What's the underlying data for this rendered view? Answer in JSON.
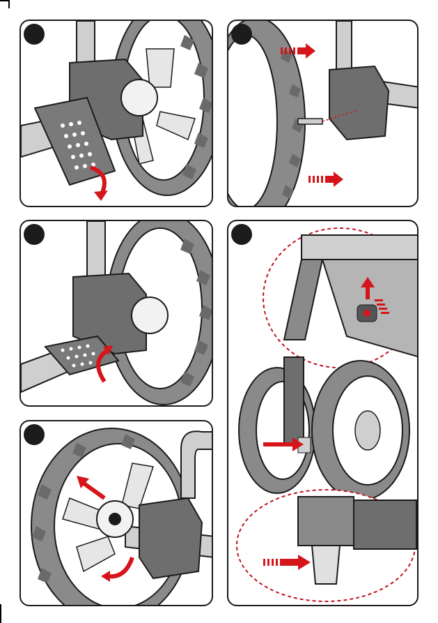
{
  "document": {
    "type": "assembly-instructions-page",
    "panels": [
      {
        "id": "panel-1",
        "step_label": ""
      },
      {
        "id": "panel-2",
        "step_label": ""
      },
      {
        "id": "panel-3",
        "step_label": ""
      },
      {
        "id": "panel-4",
        "step_label": ""
      },
      {
        "id": "panel-5",
        "step_label": ""
      }
    ],
    "colors": {
      "outline": "#1a1a1a",
      "tire": "#8a8a8a",
      "tire_dark": "#5a5a5a",
      "metal": "#cfcfcf",
      "plastic": "#6e6e6e",
      "arrow_red": "#d6151b",
      "zoom_circle": "#c1121f"
    }
  }
}
